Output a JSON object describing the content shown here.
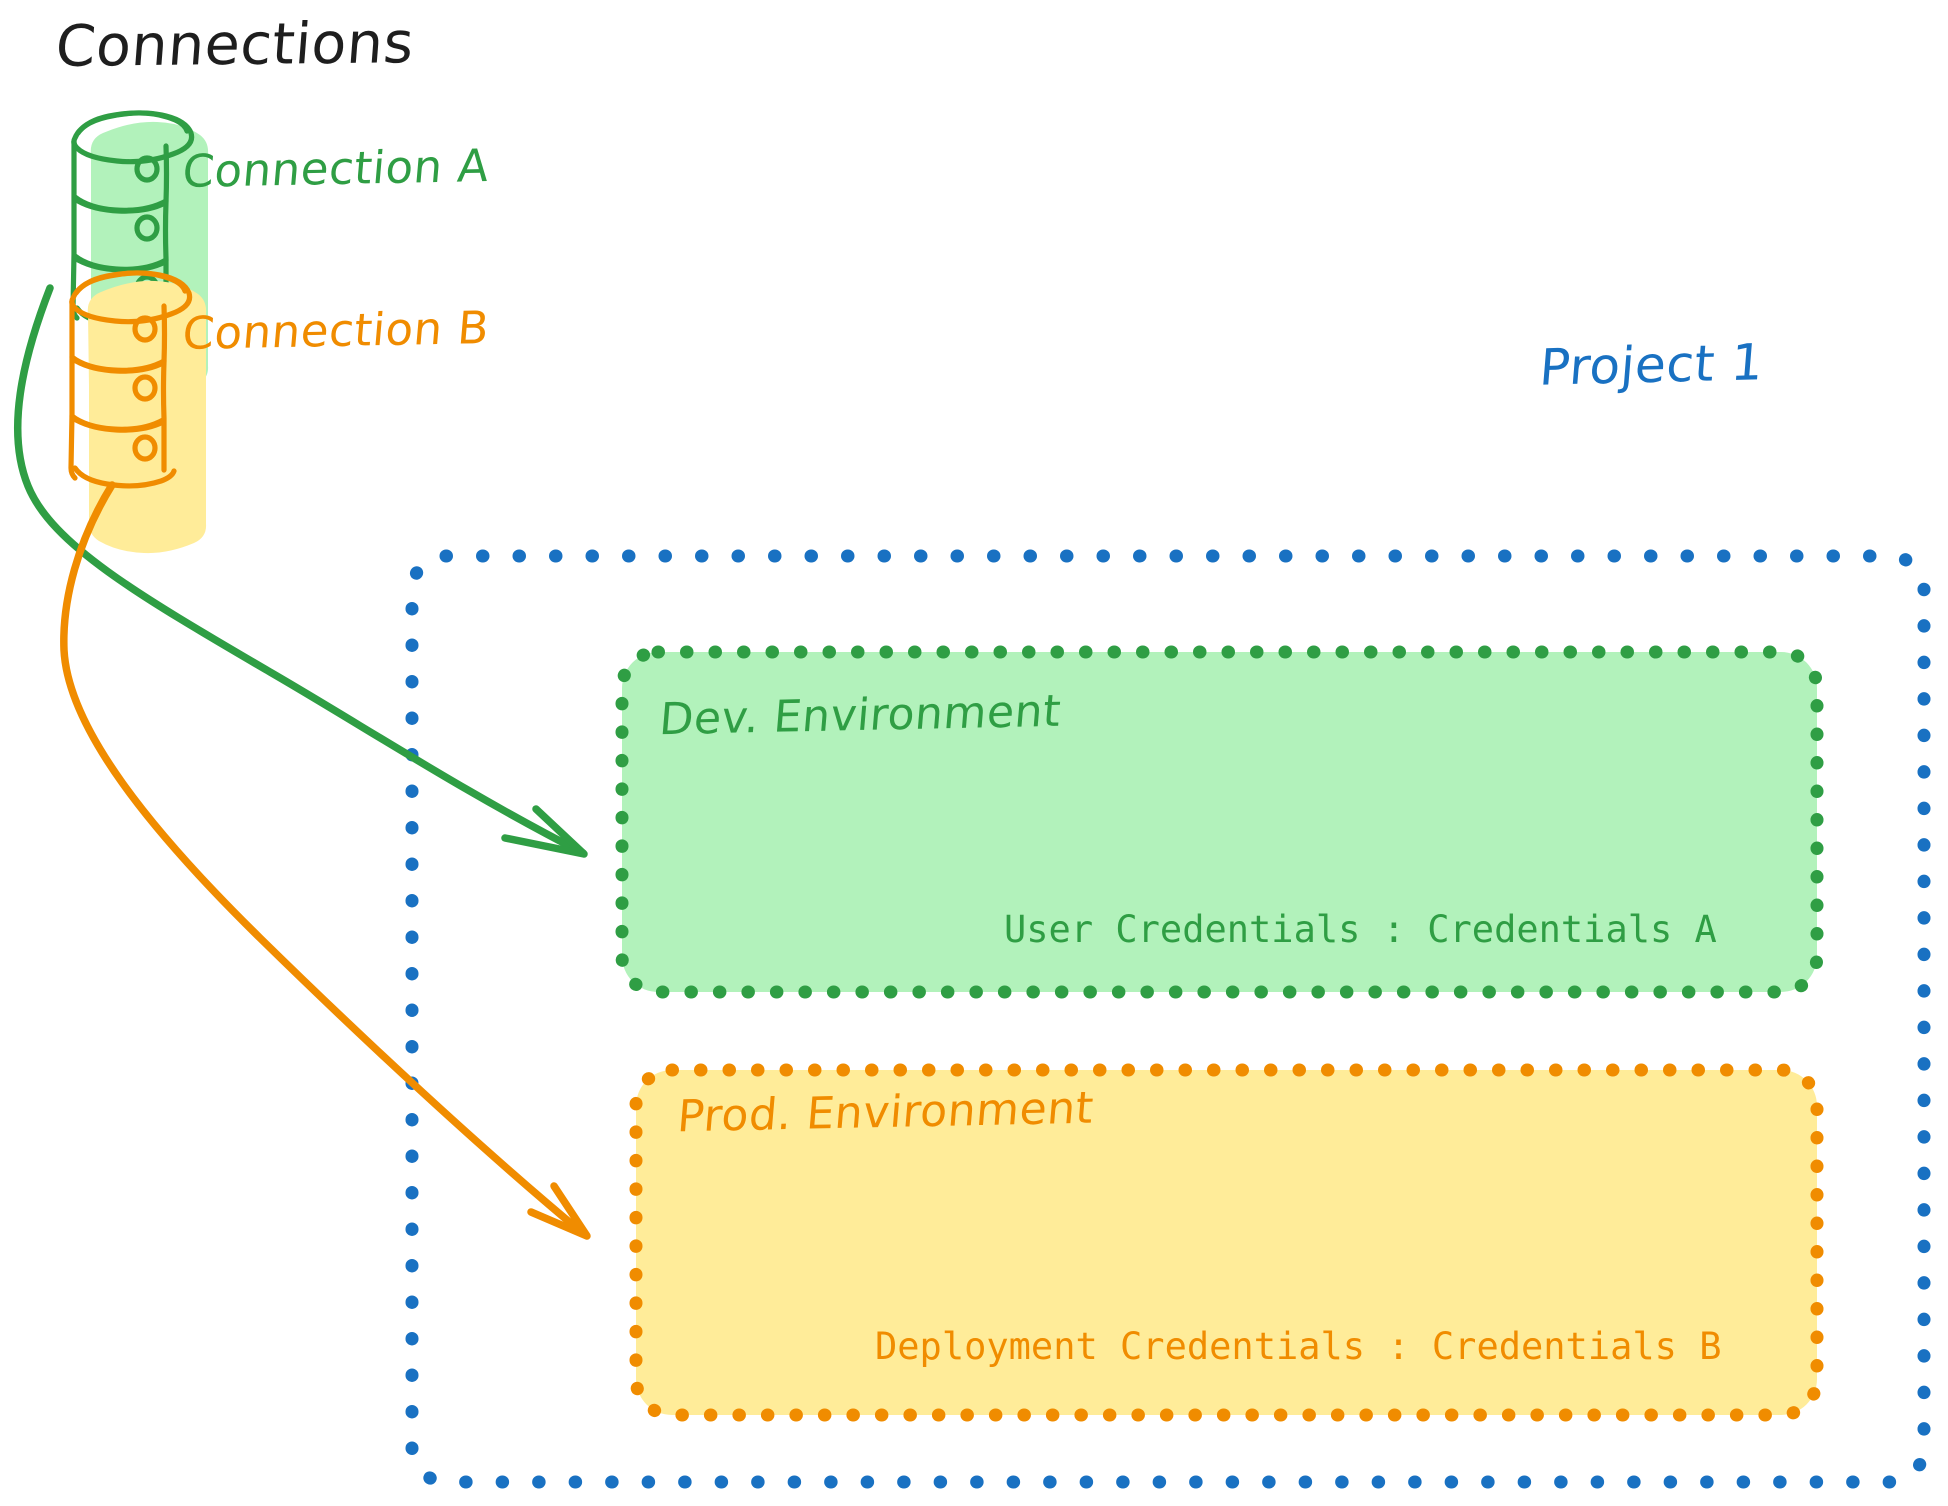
{
  "diagram": {
    "title": "Connections",
    "background": "#ffffff"
  },
  "colors": {
    "ink": "#1e1e1e",
    "green_stroke": "#2f9e44",
    "green_fill": "#b2f2bb",
    "orange_stroke": "#f08c00",
    "orange_fill": "#ffec99",
    "blue_stroke": "#1971c2"
  },
  "connections": [
    {
      "id": "connection-a",
      "label": "Connection A",
      "icon": "database-icon",
      "color": "#2f9e44",
      "fill": "#b2f2bb"
    },
    {
      "id": "connection-b",
      "label": "Connection B",
      "icon": "database-icon",
      "color": "#f08c00",
      "fill": "#ffec99"
    }
  ],
  "project": {
    "label": "Project 1",
    "color": "#1971c2",
    "border_style": "dotted",
    "environments": [
      {
        "id": "dev-environment",
        "title": "Dev. Environment",
        "credentials_label": "User Credentials",
        "credentials_value": "Credentials A",
        "credentials_text": "User Credentials : Credentials A",
        "color": "#2f9e44",
        "fill": "#b2f2bb",
        "border_style": "dotted"
      },
      {
        "id": "prod-environment",
        "title": "Prod. Environment",
        "credentials_label": "Deployment Credentials",
        "credentials_value": "Credentials B",
        "credentials_text": "Deployment Credentials : Credentials B",
        "color": "#f08c00",
        "fill": "#ffec99",
        "border_style": "dotted"
      }
    ]
  },
  "arrows": [
    {
      "id": "arrow-connection-a-to-dev",
      "from": "connection-a",
      "to": "dev-environment",
      "color": "#2f9e44"
    },
    {
      "id": "arrow-connection-b-to-prod",
      "from": "connection-b",
      "to": "prod-environment",
      "color": "#f08c00"
    }
  ]
}
